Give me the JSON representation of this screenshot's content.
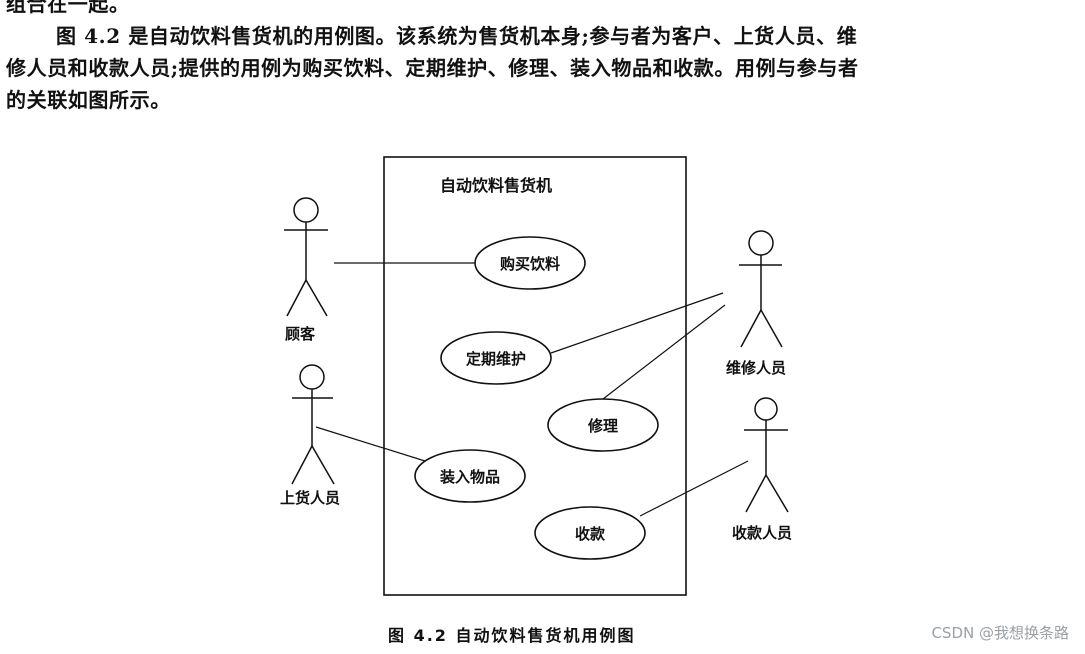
{
  "paragraph": {
    "line0": "组合在一起。",
    "line1": "图 4.2 是自动饮料售货机的用例图。该系统为售货机本身;参与者为客户、上货人员、维",
    "line2": "修人员和收款人员;提供的用例为购买饮料、定期维护、修理、装入物品和收款。用例与参与者",
    "line3": "的关联如图所示。"
  },
  "diagram": {
    "system_name": "自动饮料售货机",
    "actors": [
      "顾客",
      "上货人员",
      "维修人员",
      "收款人员"
    ],
    "use_cases": [
      "购买饮料",
      "定期维护",
      "修理",
      "装入物品",
      "收款"
    ]
  },
  "caption": "图 4.2  自动饮料售货机用例图",
  "watermark": "CSDN @我想换条路"
}
